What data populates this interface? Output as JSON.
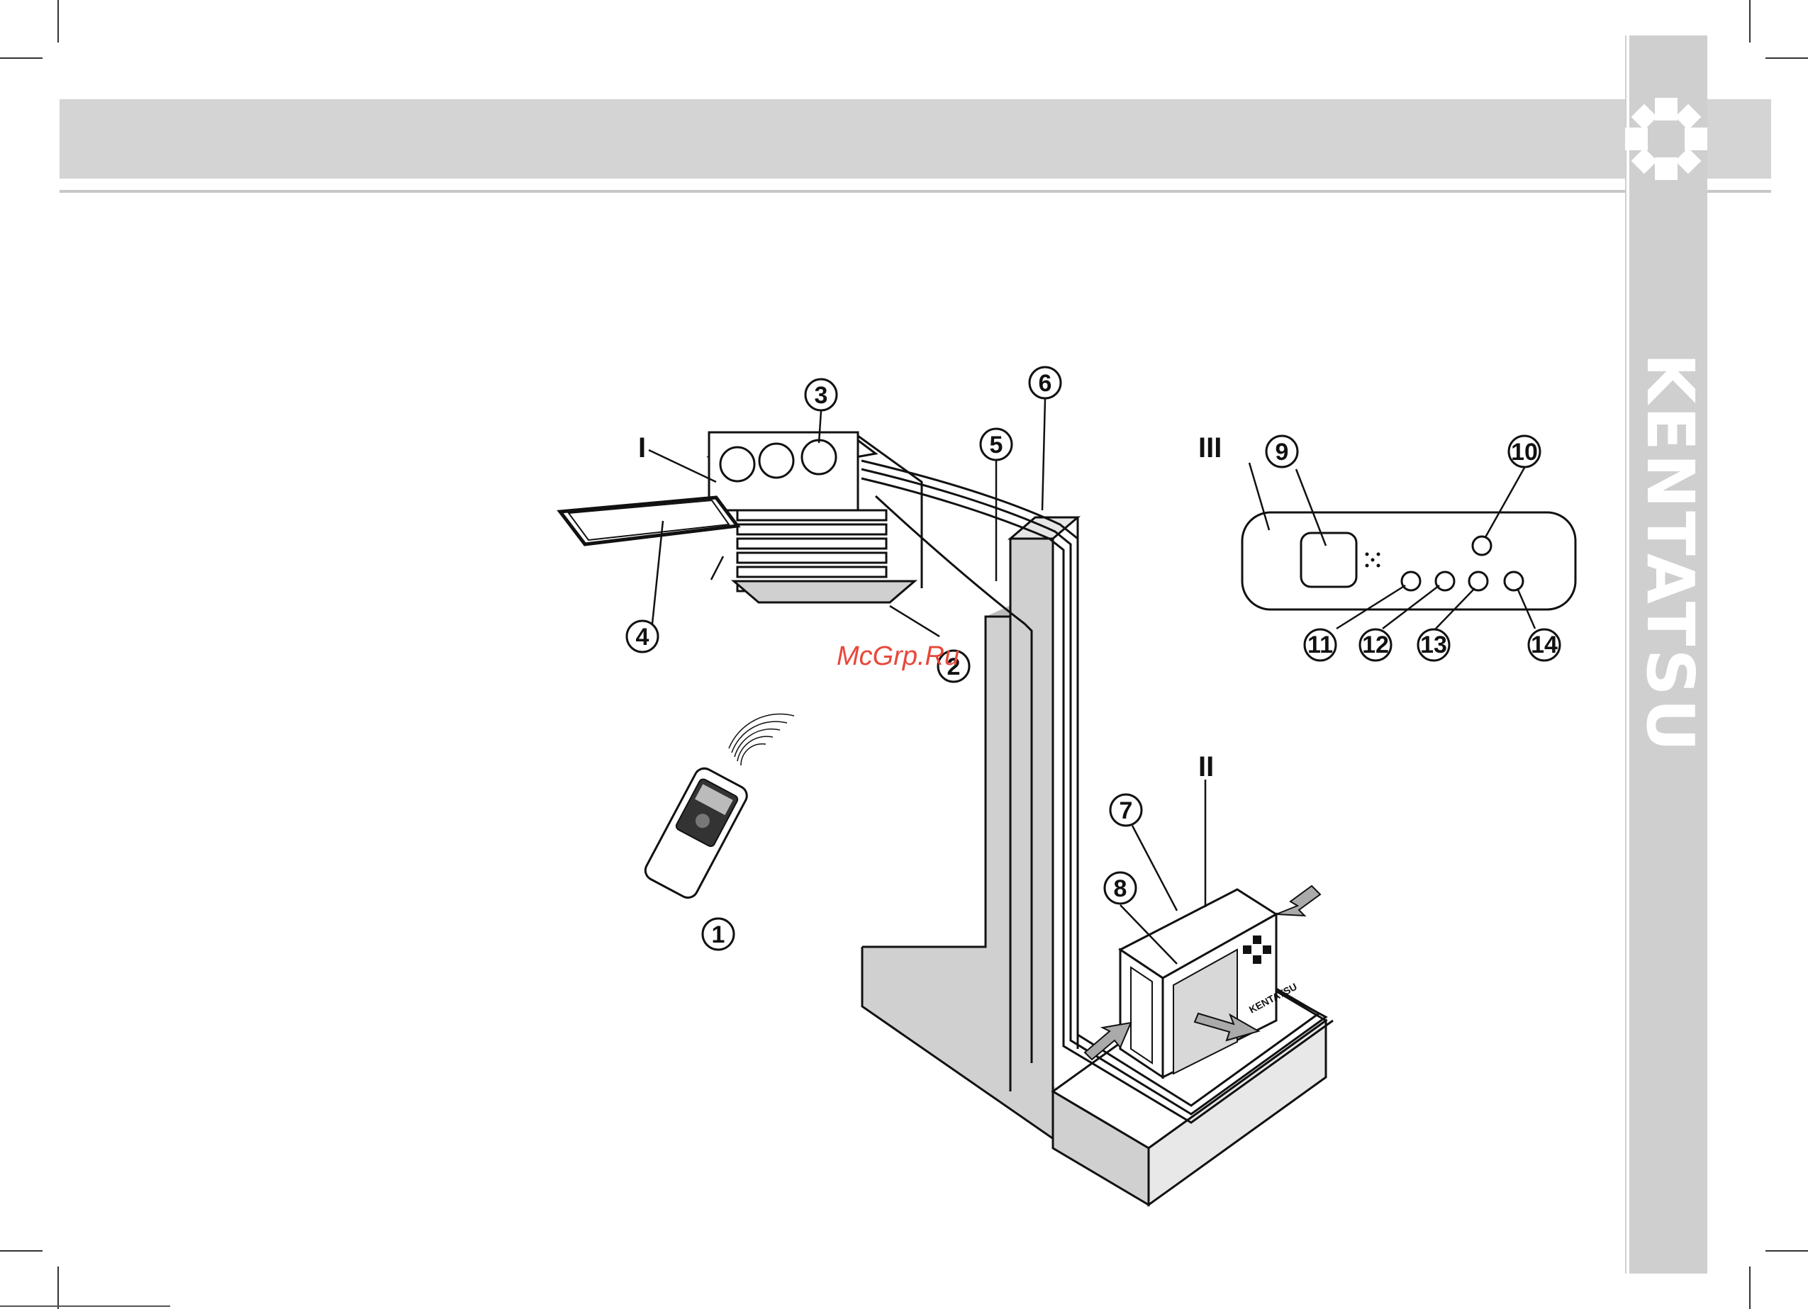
{
  "brand": {
    "name": "KENTATSU",
    "logo_icon": "kentatsu-flower-icon",
    "accent_gray": "#d9d9d9",
    "sidebar_gray": "#cfcfcf"
  },
  "watermark": "McGrp.Ru",
  "unit_labels": {
    "indoor": "I",
    "outdoor": "II",
    "display_panel": "III"
  },
  "callouts": [
    "1",
    "2",
    "3",
    "4",
    "5",
    "6",
    "7",
    "8",
    "9",
    "10",
    "11",
    "12",
    "13",
    "14"
  ],
  "outdoor_unit_text": "KENTATSU"
}
